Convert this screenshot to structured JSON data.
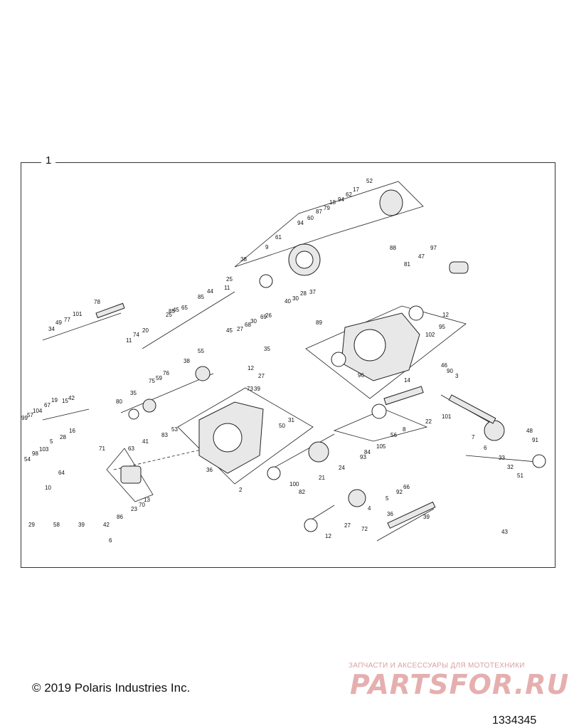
{
  "frame_label": "1",
  "copyright": "© 2019 Polaris Industries Inc.",
  "drawing_number": "1334345",
  "watermark": {
    "tagline": "ЗАПЧАСТИ И АКСЕССУАРЫ ДЛЯ МОТОТЕХНИКИ",
    "logo": "PARTSFOR.RU"
  },
  "callouts": [
    "52",
    "17",
    "62",
    "18",
    "94",
    "79",
    "87",
    "60",
    "88",
    "94",
    "61",
    "9",
    "38",
    "97",
    "47",
    "81",
    "25",
    "11",
    "44",
    "78",
    "85",
    "65",
    "45",
    "37",
    "28",
    "30",
    "40",
    "69",
    "26",
    "30",
    "68",
    "27",
    "12",
    "89",
    "95",
    "102",
    "101",
    "77",
    "49",
    "34",
    "20",
    "74",
    "11",
    "25",
    "85",
    "45",
    "35",
    "96",
    "55",
    "38",
    "76",
    "59",
    "75",
    "35",
    "12",
    "27",
    "73",
    "46",
    "90",
    "3",
    "14",
    "39",
    "80",
    "19",
    "15",
    "67",
    "42",
    "104",
    "57",
    "99",
    "53",
    "31",
    "50",
    "22",
    "101",
    "8",
    "56",
    "83",
    "63",
    "41",
    "28",
    "16",
    "98",
    "103",
    "5",
    "71",
    "54",
    "64",
    "105",
    "84",
    "93",
    "10",
    "48",
    "91",
    "7",
    "6",
    "33",
    "32",
    "51",
    "36",
    "24",
    "21",
    "100",
    "2",
    "70",
    "13",
    "23",
    "86",
    "6",
    "82",
    "66",
    "92",
    "5",
    "4",
    "39",
    "36",
    "27",
    "12",
    "72",
    "43",
    "29",
    "58",
    "39",
    "42"
  ]
}
